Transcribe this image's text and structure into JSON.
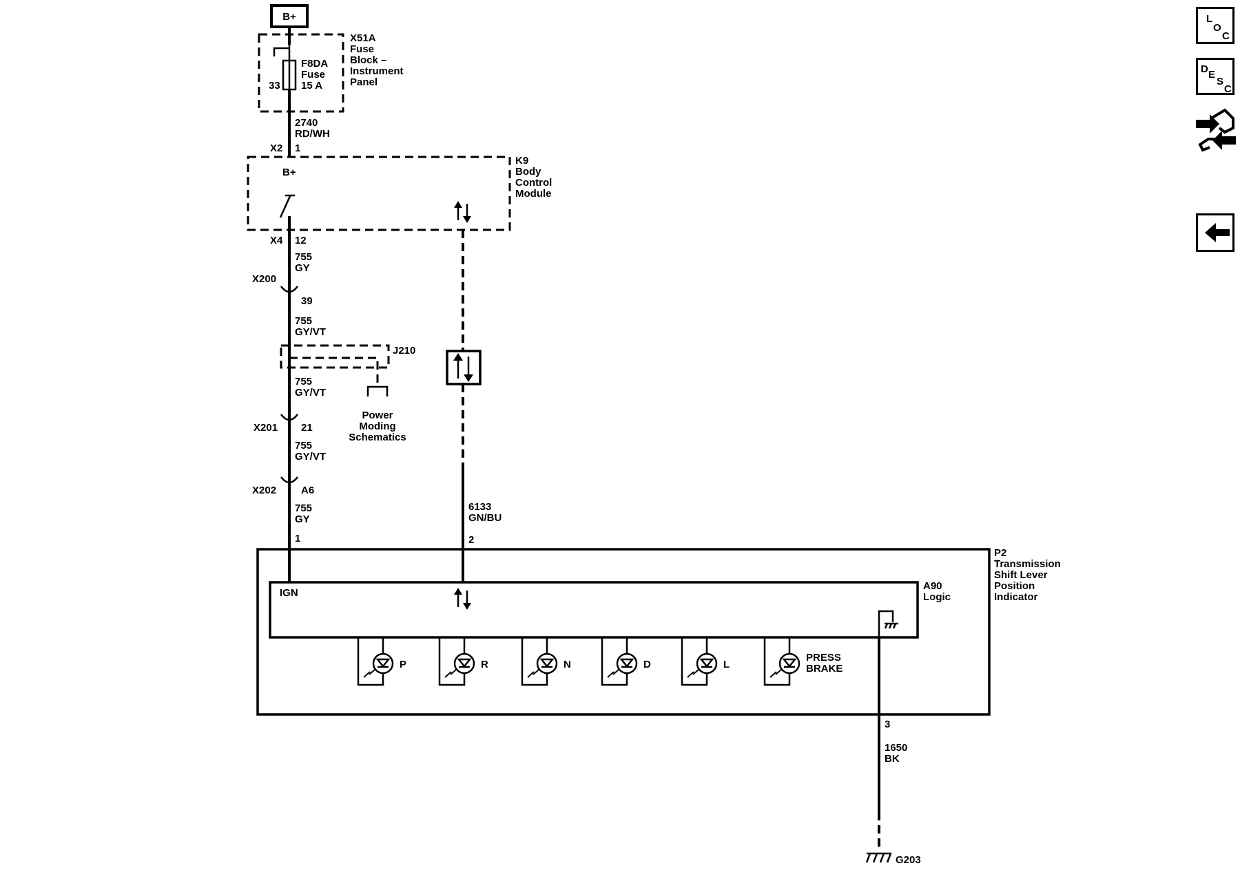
{
  "power_source": "B+",
  "fuse_block": {
    "ref": "X51A",
    "lines": [
      "Fuse",
      "Block –",
      "Instrument",
      "Panel"
    ],
    "fuse_name": "F8DA",
    "fuse_word": "Fuse",
    "fuse_rating": "15 A",
    "fuse_pin": "33"
  },
  "wire_2740": {
    "circuit": "2740",
    "color": "RD/WH"
  },
  "bcm": {
    "ref": "K9",
    "lines": [
      "Body",
      "Control",
      "Module"
    ],
    "connector_in": "X2",
    "pin_in": "1",
    "bplus": "B+",
    "connector_out": "X4",
    "pin_out": "12"
  },
  "wire_755_a": {
    "circuit": "755",
    "color": "GY"
  },
  "x200": {
    "ref": "X200",
    "pin": "39"
  },
  "wire_755_b": {
    "circuit": "755",
    "color": "GY/VT"
  },
  "j210": {
    "ref": "J210"
  },
  "power_moding": {
    "lines": [
      "Power",
      "Moding",
      "Schematics"
    ]
  },
  "wire_755_c": {
    "circuit": "755",
    "color": "GY/VT"
  },
  "x201": {
    "ref": "X201",
    "pin": "21"
  },
  "wire_755_d": {
    "circuit": "755",
    "color": "GY/VT"
  },
  "x202": {
    "ref": "X202",
    "pin": "A6"
  },
  "wire_755_e": {
    "circuit": "755",
    "color": "GY"
  },
  "wire_6133": {
    "circuit": "6133",
    "color": "GN/BU"
  },
  "p2": {
    "ref": "P2",
    "lines": [
      "Transmission",
      "Shift Lever",
      "Position",
      "Indicator"
    ],
    "pin_ign": "1",
    "pin_data": "2",
    "pin_ground": "3"
  },
  "a90": {
    "ref": "A90",
    "name": "Logic",
    "ign_label": "IGN"
  },
  "indicators": [
    {
      "label": "P"
    },
    {
      "label": "R"
    },
    {
      "label": "N"
    },
    {
      "label": "D"
    },
    {
      "label": "L"
    },
    {
      "label": "PRESS",
      "label2": "BRAKE"
    }
  ],
  "wire_1650": {
    "circuit": "1650",
    "color": "BK"
  },
  "ground": {
    "ref": "G203"
  },
  "nav": {
    "loc": {
      "l1": "L",
      "l2": "O",
      "l3": "C"
    },
    "desc": {
      "l1": "D",
      "l2": "E",
      "l3": "S",
      "l4": "C"
    }
  }
}
